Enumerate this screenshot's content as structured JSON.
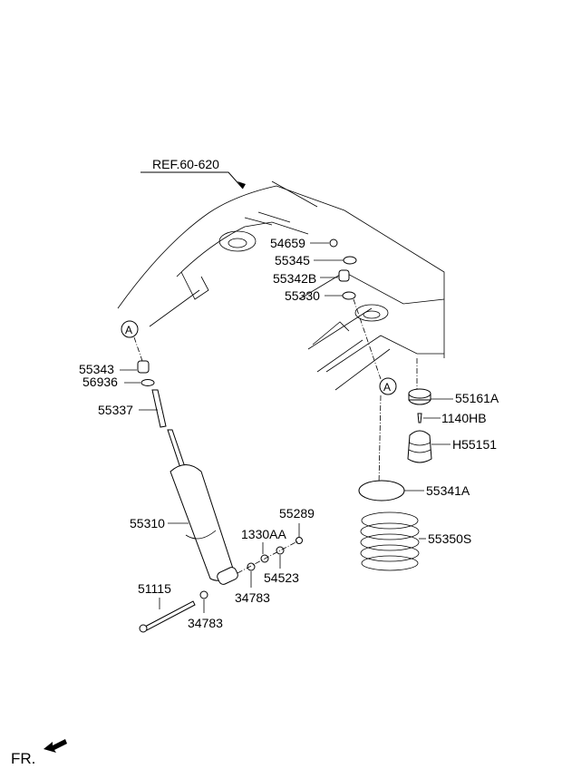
{
  "reference": "REF.60-620",
  "callouts": {
    "a1": "A",
    "a2": "A"
  },
  "parts": {
    "p54659": "54659",
    "p55345": "55345",
    "p55342B": "55342B",
    "p55330": "55330",
    "p55343": "55343",
    "p56936": "56936",
    "p55337": "55337",
    "p55310": "55310",
    "p55161A": "55161A",
    "p1140HB": "1140HB",
    "pH55151": "H55151",
    "p55341A": "55341A",
    "p55350S": "55350S",
    "p55289": "55289",
    "p1330AA": "1330AA",
    "p54523": "54523",
    "p34783a": "34783",
    "p51115": "51115",
    "p34783b": "34783"
  },
  "direction": "FR."
}
